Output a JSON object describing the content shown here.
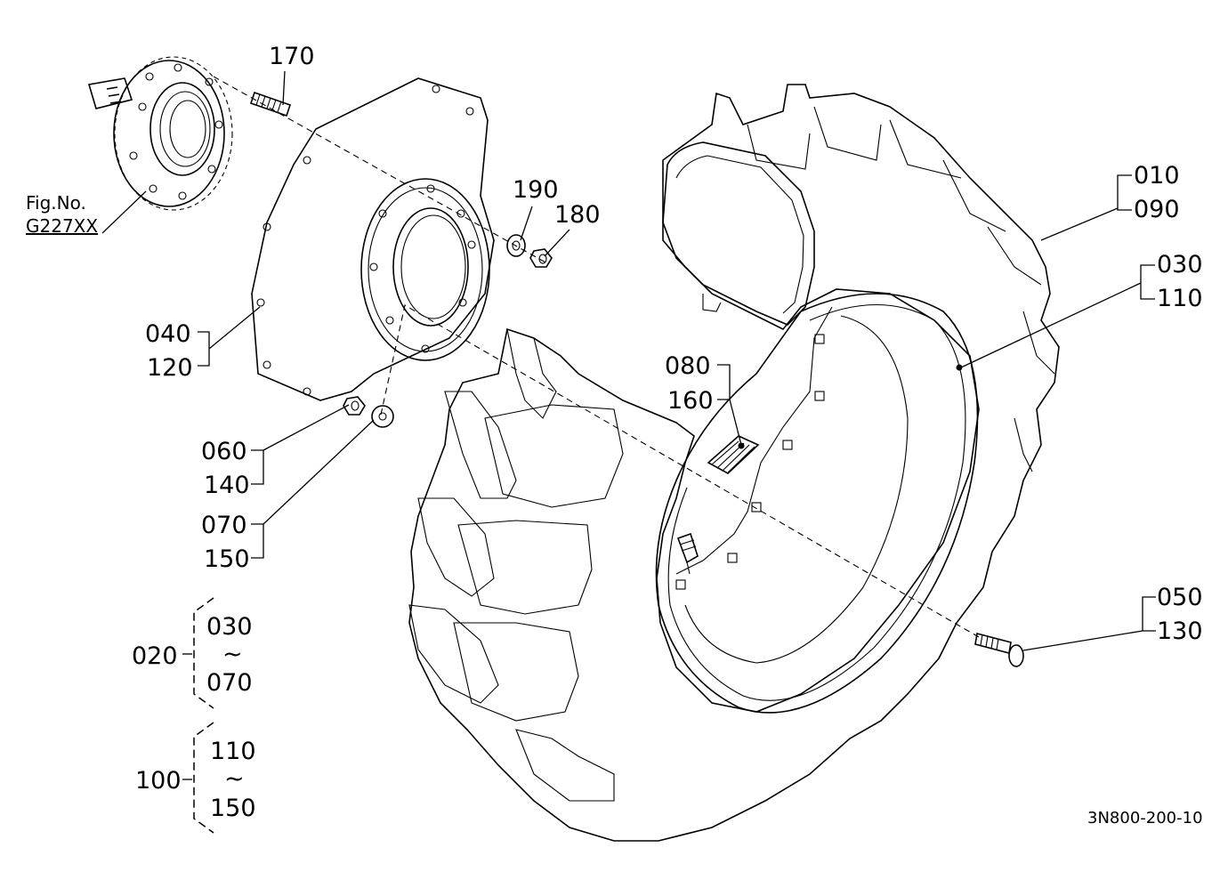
{
  "figure_ref": {
    "line1": "Fig.No.",
    "line2": "G227XX"
  },
  "callouts": {
    "c170": "170",
    "c190": "190",
    "c180": "180",
    "c010": "010",
    "c090": "090",
    "c030": "030",
    "c110": "110",
    "c040": "040",
    "c120": "120",
    "c080": "080",
    "c160": "160",
    "c060": "060",
    "c140": "140",
    "c070": "070",
    "c150": "150",
    "c050": "050",
    "c130": "130"
  },
  "groups": {
    "g020": {
      "id": "020",
      "from": "030",
      "tilde": "~",
      "to": "070"
    },
    "g100": {
      "id": "100",
      "from": "110",
      "tilde": "~",
      "to": "150"
    }
  },
  "drawing_number": "3N800-200-10"
}
